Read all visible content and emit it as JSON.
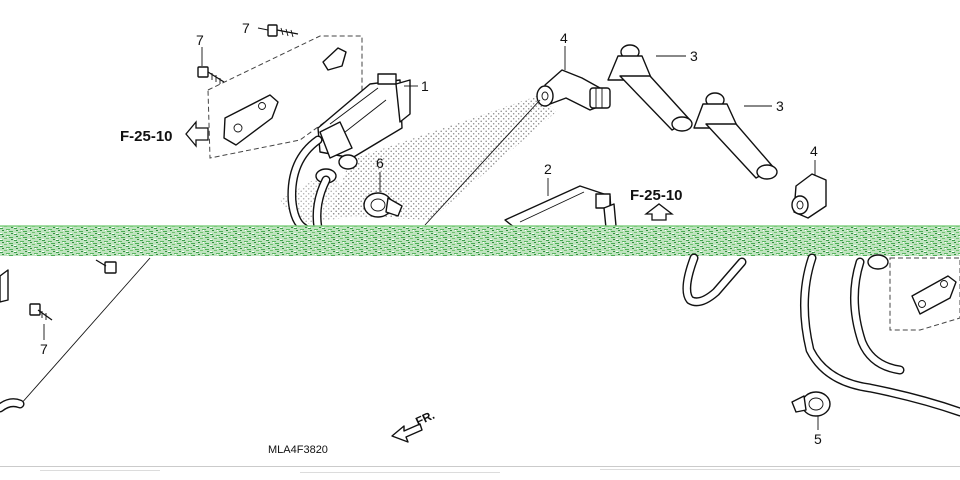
{
  "diagram": {
    "callouts": {
      "c1": "1",
      "c2": "2",
      "c3a": "3",
      "c3b": "3",
      "c4a": "4",
      "c4b": "4",
      "c5": "5",
      "c6": "6",
      "c7a": "7",
      "c7b": "7",
      "c7c": "7"
    },
    "references": {
      "ref_left": "F-25-10",
      "ref_right": "F-25-10"
    },
    "front_marker": "FR.",
    "drawing_code": "MLA4F3820",
    "colors": {
      "line": "#111111",
      "stipple": "#888888",
      "scan_band": "#3aa24a",
      "background": "#ffffff"
    }
  }
}
